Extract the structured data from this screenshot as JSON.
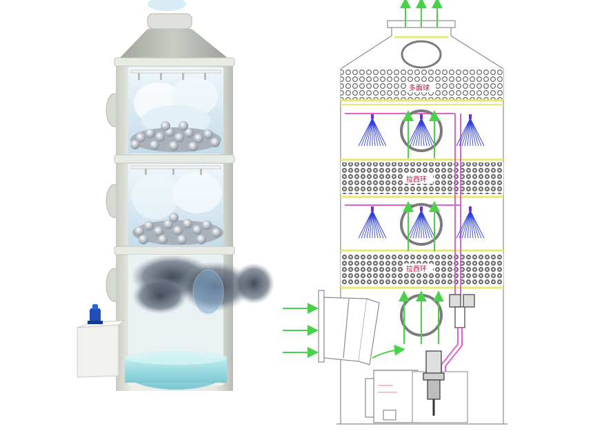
{
  "left_render": {
    "palette": {
      "shell": "#e9ebe5",
      "shell_shadow": "#bfc3bb",
      "cone": "#b9bdb6",
      "window": "#d5e8f2",
      "water": "#8fd4dc",
      "pump": "#1f4fb8",
      "smoke": "#4b5563"
    }
  },
  "right_schematic": {
    "labels": {
      "packing_top": "多面球",
      "packing_mid": "拉西环",
      "packing_low": "拉西环"
    },
    "palette": {
      "line": "#8a8a8a",
      "airflow": "#4ad14a",
      "spray": "#2c3fd6",
      "pipe": "#e060d0",
      "packing_band": "#f2f09a",
      "packing_dot": "#606060"
    }
  }
}
